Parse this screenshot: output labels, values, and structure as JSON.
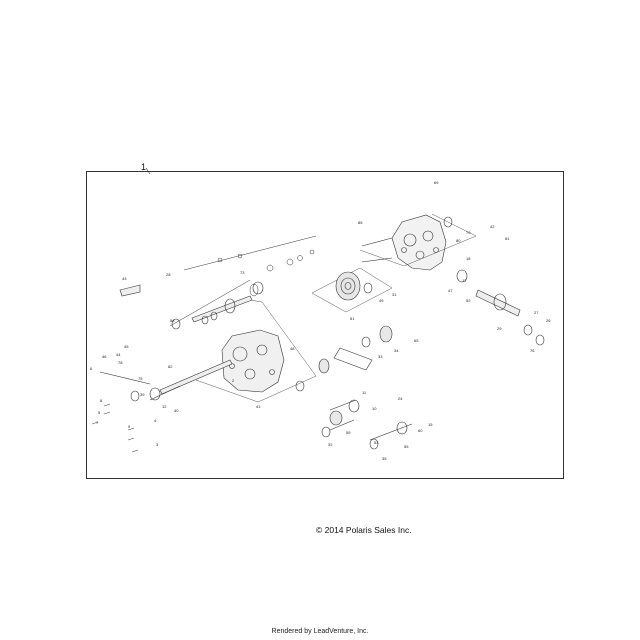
{
  "figure": {
    "assembly_number": "1",
    "copyright": "© 2014 Polaris Sales Inc.",
    "footer": "Rendered by LeadVenture, Inc."
  },
  "callouts": [
    "69",
    "85",
    "42",
    "81",
    "80",
    "79",
    "43",
    "18",
    "17",
    "47",
    "52",
    "29",
    "27",
    "26",
    "76",
    "73",
    "65",
    "49",
    "48",
    "31",
    "51",
    "34",
    "33",
    "58",
    "59",
    "60",
    "11",
    "10",
    "24",
    "15",
    "32",
    "35",
    "55",
    "53",
    "28",
    "2",
    "4",
    "6",
    "8",
    "12",
    "9",
    "3",
    "5",
    "7",
    "45",
    "41",
    "40",
    "39",
    "82",
    "78",
    "75",
    "46",
    "44"
  ]
}
